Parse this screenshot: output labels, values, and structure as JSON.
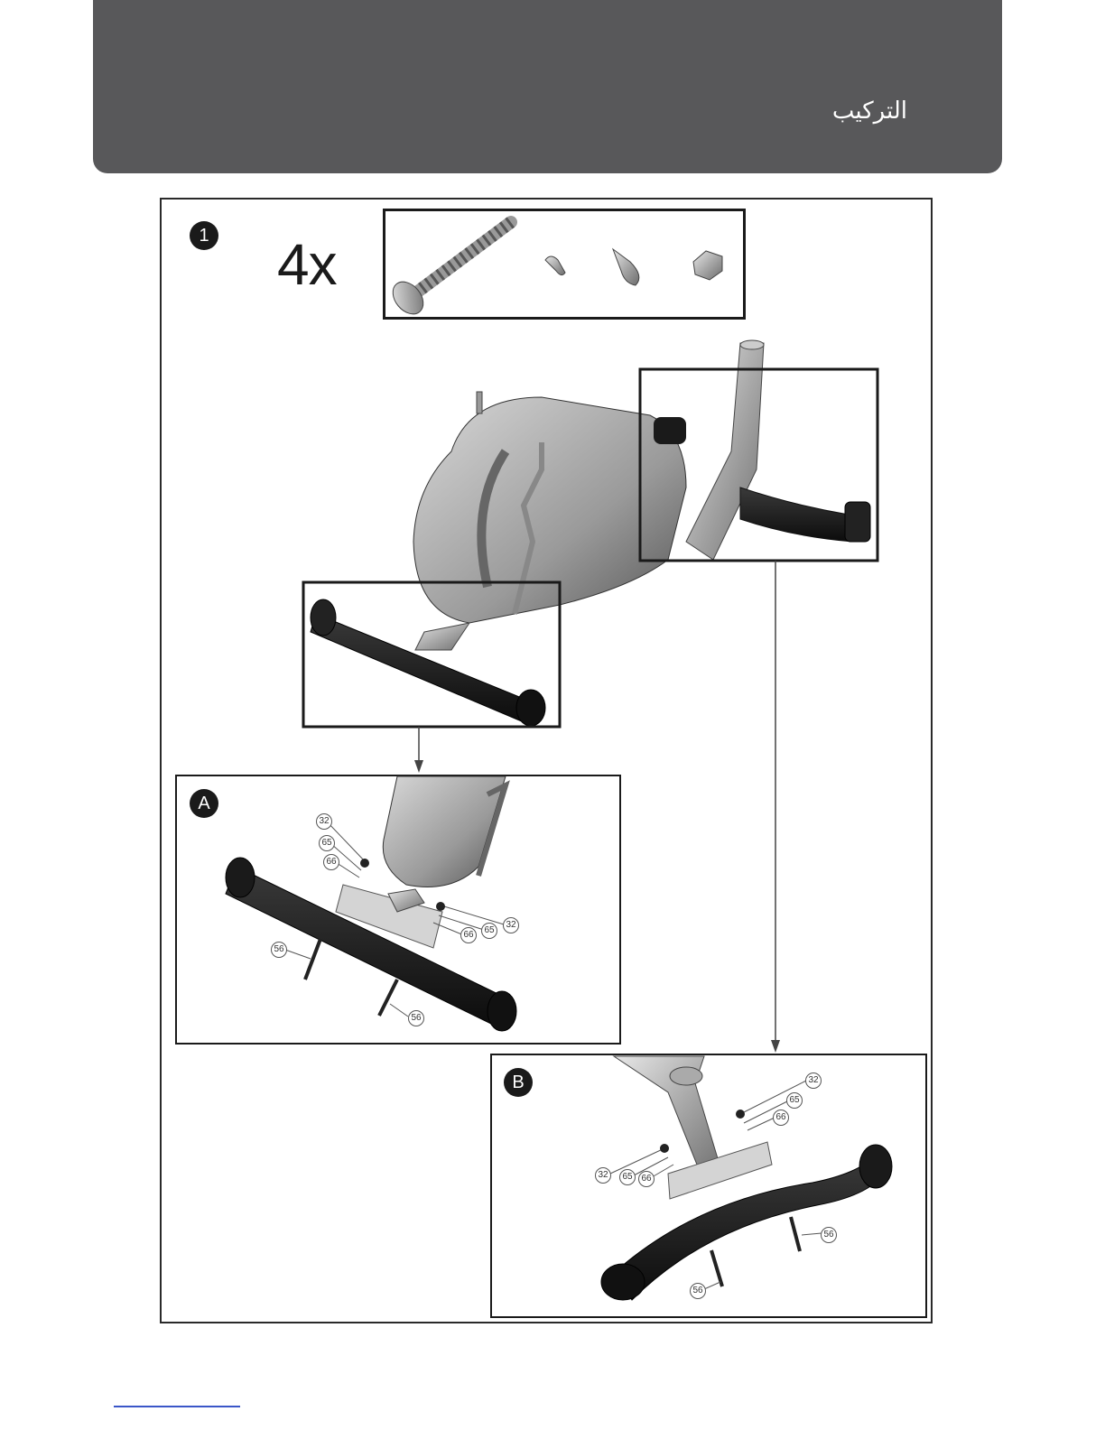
{
  "header": {
    "title": "التركيب"
  },
  "step": {
    "number": "1",
    "quantity": "4x"
  },
  "hardware": [
    "bolt-icon",
    "curved-washer-icon",
    "spring-washer-icon",
    "cap-nut-icon"
  ],
  "details": {
    "a": {
      "label": "A",
      "callouts": [
        "32",
        "65",
        "66",
        "32",
        "65",
        "66",
        "56",
        "56"
      ]
    },
    "b": {
      "label": "B",
      "callouts": [
        "32",
        "65",
        "66",
        "32",
        "65",
        "66",
        "56",
        "56"
      ]
    }
  }
}
